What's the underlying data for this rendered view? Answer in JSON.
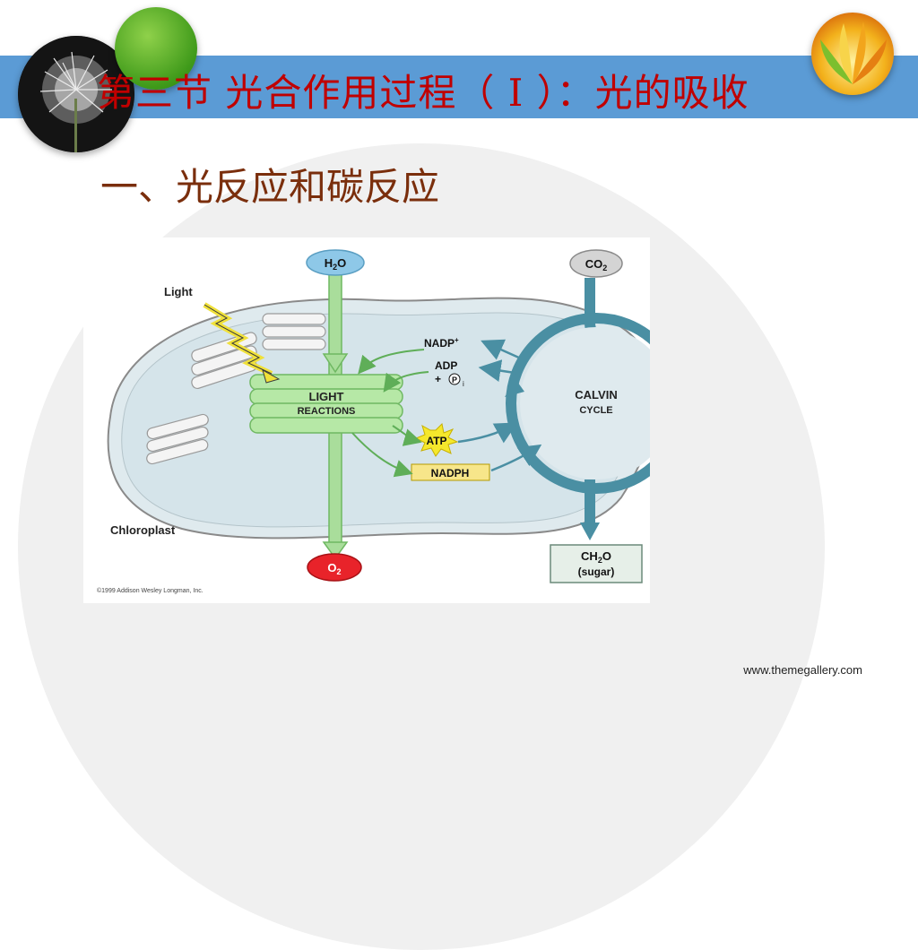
{
  "slide": {
    "title": "第三节 光合作用过程（ I ）：光的吸收",
    "subtitle": "一、光反应和碳反应",
    "footer": "www.themegallery.com"
  },
  "diagram": {
    "light_label": "Light",
    "h2o": "H",
    "h2o_sub": "2",
    "h2o_tail": "O",
    "co2": "CO",
    "co2_sub": "2",
    "o2": "O",
    "o2_sub": "2",
    "light_reactions_1": "LIGHT",
    "light_reactions_2": "REACTIONS",
    "calvin_1": "CALVIN",
    "calvin_2": "CYCLE",
    "nadp": "NADP",
    "nadp_sup": "+",
    "adp": "ADP",
    "pi_plus": "+",
    "pi_p": "P",
    "pi_i": "i",
    "atp": "ATP",
    "nadph": "NADPH",
    "ch2o_1": "CH",
    "ch2o_sub": "2",
    "ch2o_tail": "O",
    "sugar": "(sugar)",
    "chloroplast": "Chloroplast",
    "copyright": "©1999 Addison Wesley Longman, Inc."
  },
  "colors": {
    "band": "#5b9bd5",
    "title": "#c00000",
    "subtitle": "#7a2e0c",
    "stroma": "#dce8ec",
    "thylakoid_green": "#a9e39a",
    "calvin_blue": "#4a8fa3",
    "h2o_fill": "#8ec8e8",
    "o2_fill": "#e8232a",
    "atp_fill": "#f5e82c",
    "nadph_fill": "#f7e68a",
    "ch2o_fill": "#e6efe8"
  }
}
